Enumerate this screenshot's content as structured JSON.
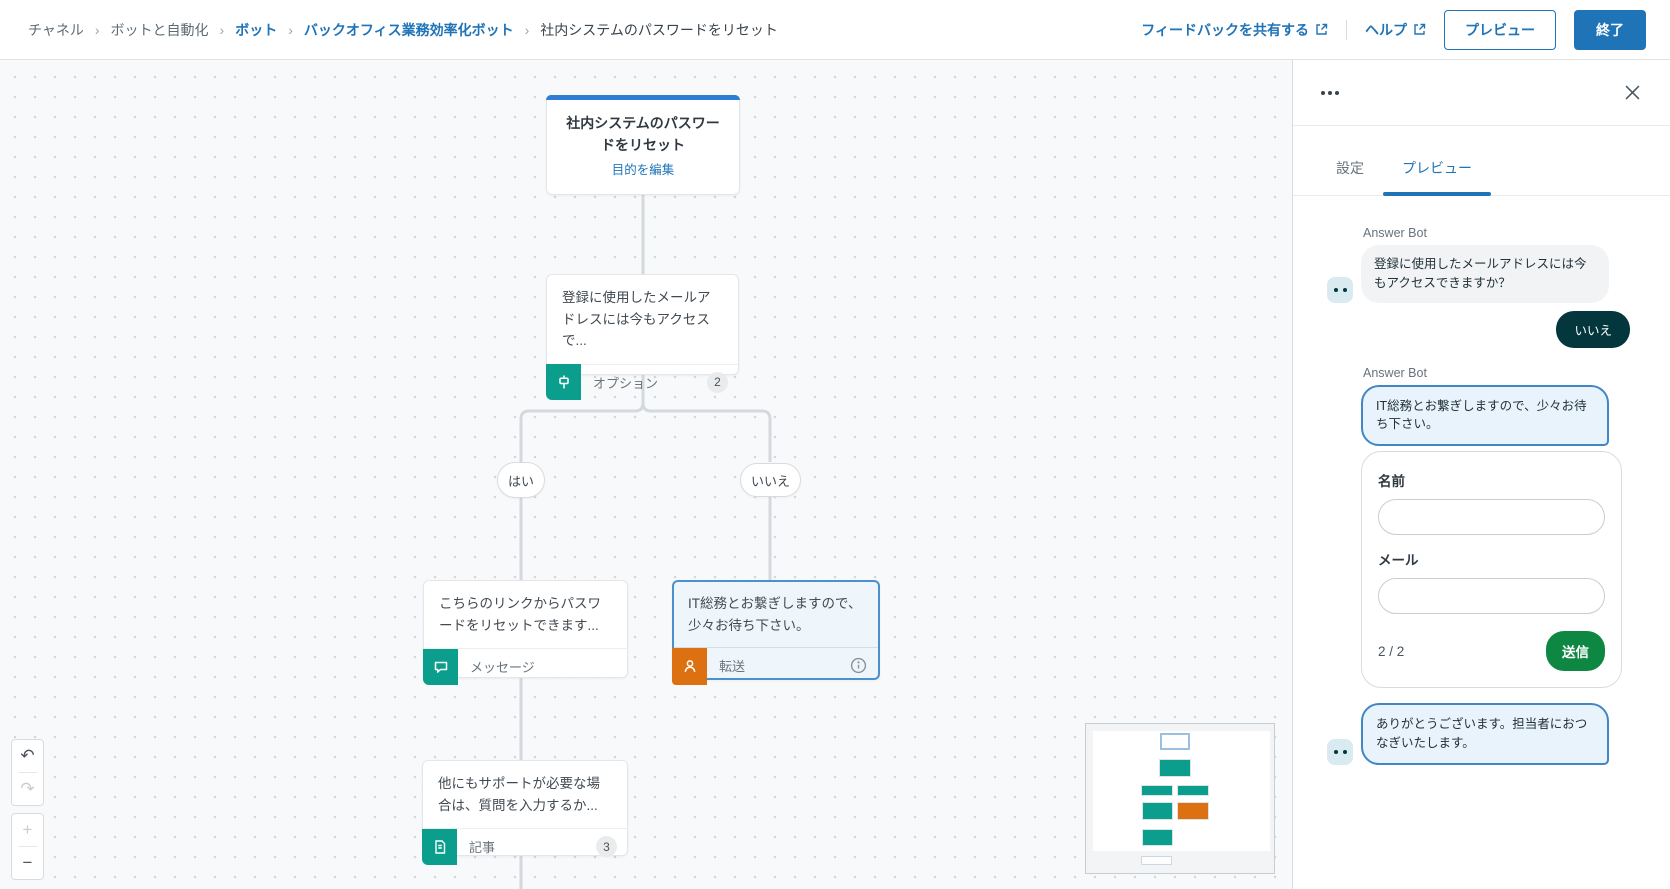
{
  "breadcrumb": {
    "items": [
      {
        "label": "チャネル"
      },
      {
        "label": "ボットと自動化"
      },
      {
        "label": "ボット"
      },
      {
        "label": "バックオフィス業務効率化ボット"
      },
      {
        "label": "社内システムのパスワードをリセット"
      }
    ]
  },
  "topbar": {
    "feedback_label": "フィードバックを共有する",
    "help_label": "ヘルプ",
    "preview_label": "プレビュー",
    "finish_label": "終了"
  },
  "canvas": {
    "intent": {
      "title": "社内システムのパスワードをリセット",
      "edit_link": "目的を編集"
    },
    "options_node": {
      "text": "登録に使用したメールアドレスには今もアクセスで...",
      "type": "オプション",
      "badge": "2"
    },
    "branch_yes": "はい",
    "branch_no": "いいえ",
    "message_node": {
      "text": "こちらのリンクからパスワードをリセットできます...",
      "type": "メッセージ"
    },
    "transfer_node": {
      "text": "IT総務とお繋ぎしますので、少々お待ち下さい。",
      "type": "転送"
    },
    "article_node": {
      "text": "他にもサポートが必要な場合は、質問を入力するか...",
      "type": "記事",
      "badge": "3"
    },
    "controls": {
      "undo": "↶",
      "redo": "↷",
      "zoom_in": "+",
      "zoom_out": "−"
    }
  },
  "panel": {
    "tabs": {
      "settings": "設定",
      "preview": "プレビュー"
    },
    "chat": {
      "bot_name": "Answer Bot",
      "msg1": "登録に使用したメールアドレスには今もアクセスできますか？",
      "user_reply": "いいえ",
      "msg2": "IT総務とお繋ぎしますので、少々お待ち下さい。",
      "msg3": "ありがとうございます。担当者におつなぎいたします。"
    },
    "form": {
      "name_label": "名前",
      "email_label": "メール",
      "pagination": "2 / 2",
      "submit_label": "送信"
    }
  },
  "colors": {
    "blue": "#1f73b7",
    "accent-blue": "#2e7ed4",
    "teal": "#0b9e8d",
    "orange": "#dd7011",
    "green": "#0e8742",
    "dark": "#03363d",
    "sel-border": "#4a90cd",
    "sel-bg": "#eef6fc",
    "connector": "#d5d9dd"
  }
}
